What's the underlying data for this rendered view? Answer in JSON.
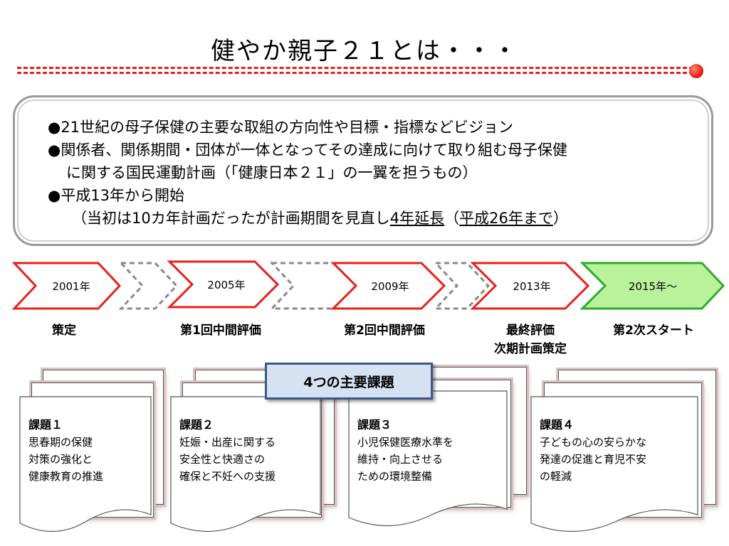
{
  "slide": {
    "title": "健やか親子２１とは・・・"
  },
  "vision": {
    "line1": "●21世紀の母子保健の主要な取組の方向性や目標・指標などビジョン",
    "line2": "●関係者、関係期間・団体が一体となってその達成に向けて取り組む母子保健",
    "line3": "に関する国民運動計画（「健康日本２１」の一翼を担うもの）",
    "line4": "●平成13年から開始",
    "line5_a": "（当初は10カ年計画だったが計画期間を見直し",
    "line5_u1": "4年延長",
    "line5_b": "（",
    "line5_u2": "平成26年まで",
    "line5_c": "）"
  },
  "timeline": {
    "y2001": "2001年",
    "y2005": "2005年",
    "y2009": "2009年",
    "y2013": "2013年",
    "y2015": "2015年～",
    "colors": {
      "red": "#e8201a",
      "green": "#2eaa2e",
      "green_fill": "#b9f29a",
      "gray": "#8a8a8a"
    }
  },
  "events": {
    "e1": "策定",
    "e2": "第1回中間評価",
    "e3": "第2回中間評価",
    "e4a": "最終評価",
    "e4b": "次期計画策定",
    "e5": "第2次スタート"
  },
  "issues": {
    "header": "4つの主要課題",
    "i1": {
      "title": "課題１",
      "l1": "思春期の保健",
      "l2": "対策の強化と",
      "l3": "健康教育の推進"
    },
    "i2": {
      "title": "課題２",
      "l1": "妊娠・出産に関する",
      "l2": "安全性と快適さの",
      "l3": "確保と不妊への支援"
    },
    "i3": {
      "title": "課題３",
      "l1": "小児保健医療水準を",
      "l2": "維持・向上させる",
      "l3": "ための環境整備"
    },
    "i4": {
      "title": "課題４",
      "l1": "子どもの心の安らかな",
      "l2": "発達の促進と育児不安",
      "l3": "の軽減"
    }
  }
}
